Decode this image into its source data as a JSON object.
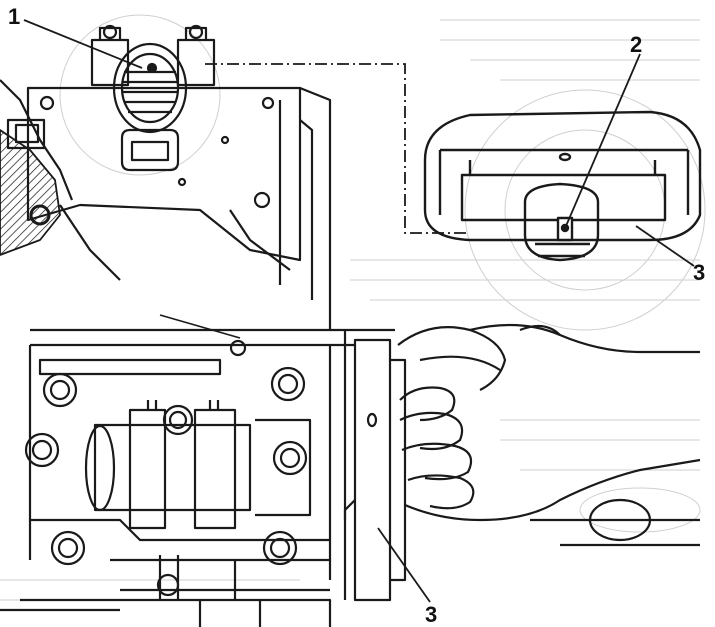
{
  "figure": {
    "callouts": [
      {
        "id": "1",
        "label": "1"
      },
      {
        "id": "2",
        "label": "2"
      },
      {
        "id": "3a",
        "label": "3"
      },
      {
        "id": "3b",
        "label": "3"
      }
    ]
  },
  "colors": {
    "ink": "#1a1a1a",
    "paper": "#ffffff",
    "ghost": "#c8c8c8"
  }
}
